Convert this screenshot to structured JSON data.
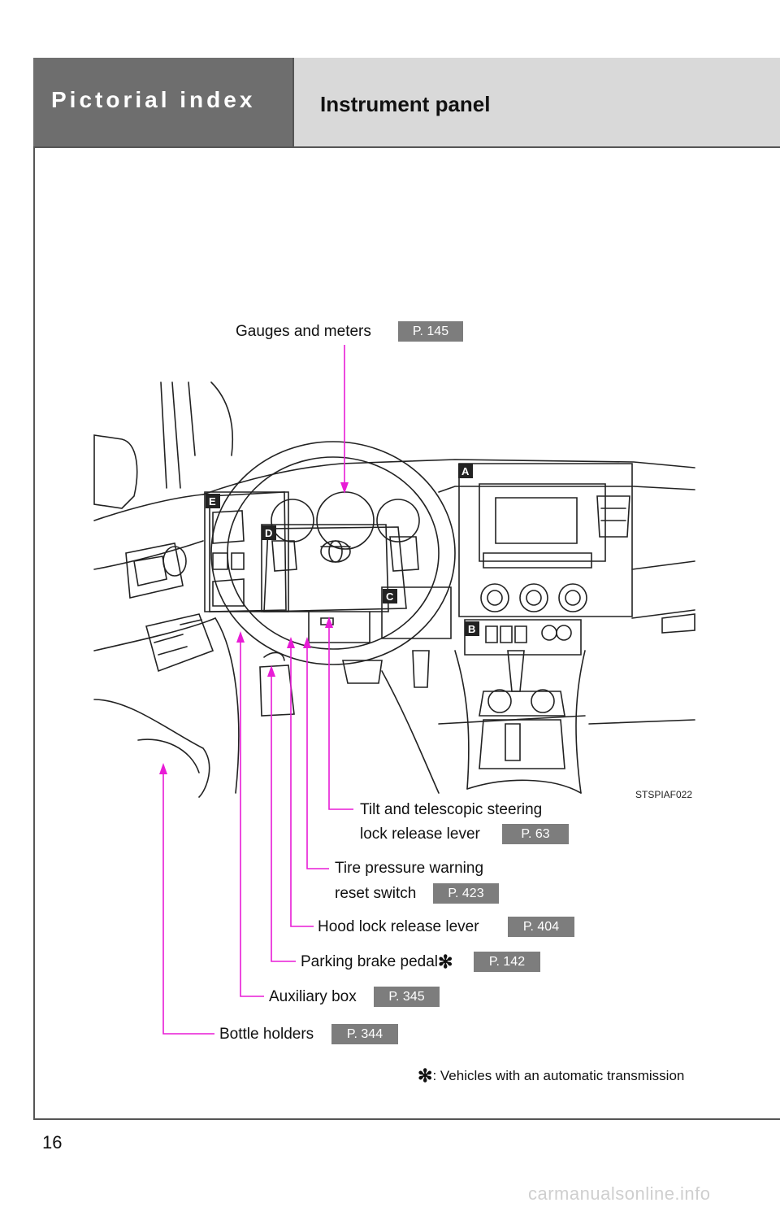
{
  "header": {
    "section_tab": "Pictorial index",
    "title": "Instrument panel"
  },
  "diagram": {
    "image_code": "STSPIAF022",
    "zones": [
      "A",
      "B",
      "C",
      "D",
      "E"
    ],
    "callouts": [
      {
        "id": "gauges",
        "label": "Gauges and meters",
        "page": "P. 145"
      },
      {
        "id": "tilt",
        "label_line1": "Tilt and telescopic steering",
        "label_line2": "lock release lever",
        "page": "P. 63"
      },
      {
        "id": "tire",
        "label_line1": "Tire pressure warning",
        "label_line2": "reset switch",
        "page": "P. 423"
      },
      {
        "id": "hood",
        "label": "Hood lock release lever",
        "page": "P. 404"
      },
      {
        "id": "parking",
        "label": "Parking brake pedal",
        "star": "✻",
        "page": "P. 142"
      },
      {
        "id": "auxbox",
        "label": "Auxiliary box",
        "page": "P. 345"
      },
      {
        "id": "bottle",
        "label": "Bottle holders",
        "page": "P. 344"
      }
    ]
  },
  "footnote": {
    "star": "✻",
    "text": ": Vehicles with an automatic transmission"
  },
  "page_number": "16",
  "watermark": "carmanualsonline.info",
  "colors": {
    "leader": "#e81cd6",
    "badge": "#7d7d7d",
    "header_dark": "#6e6e6e",
    "header_light": "#d9d9d9"
  }
}
